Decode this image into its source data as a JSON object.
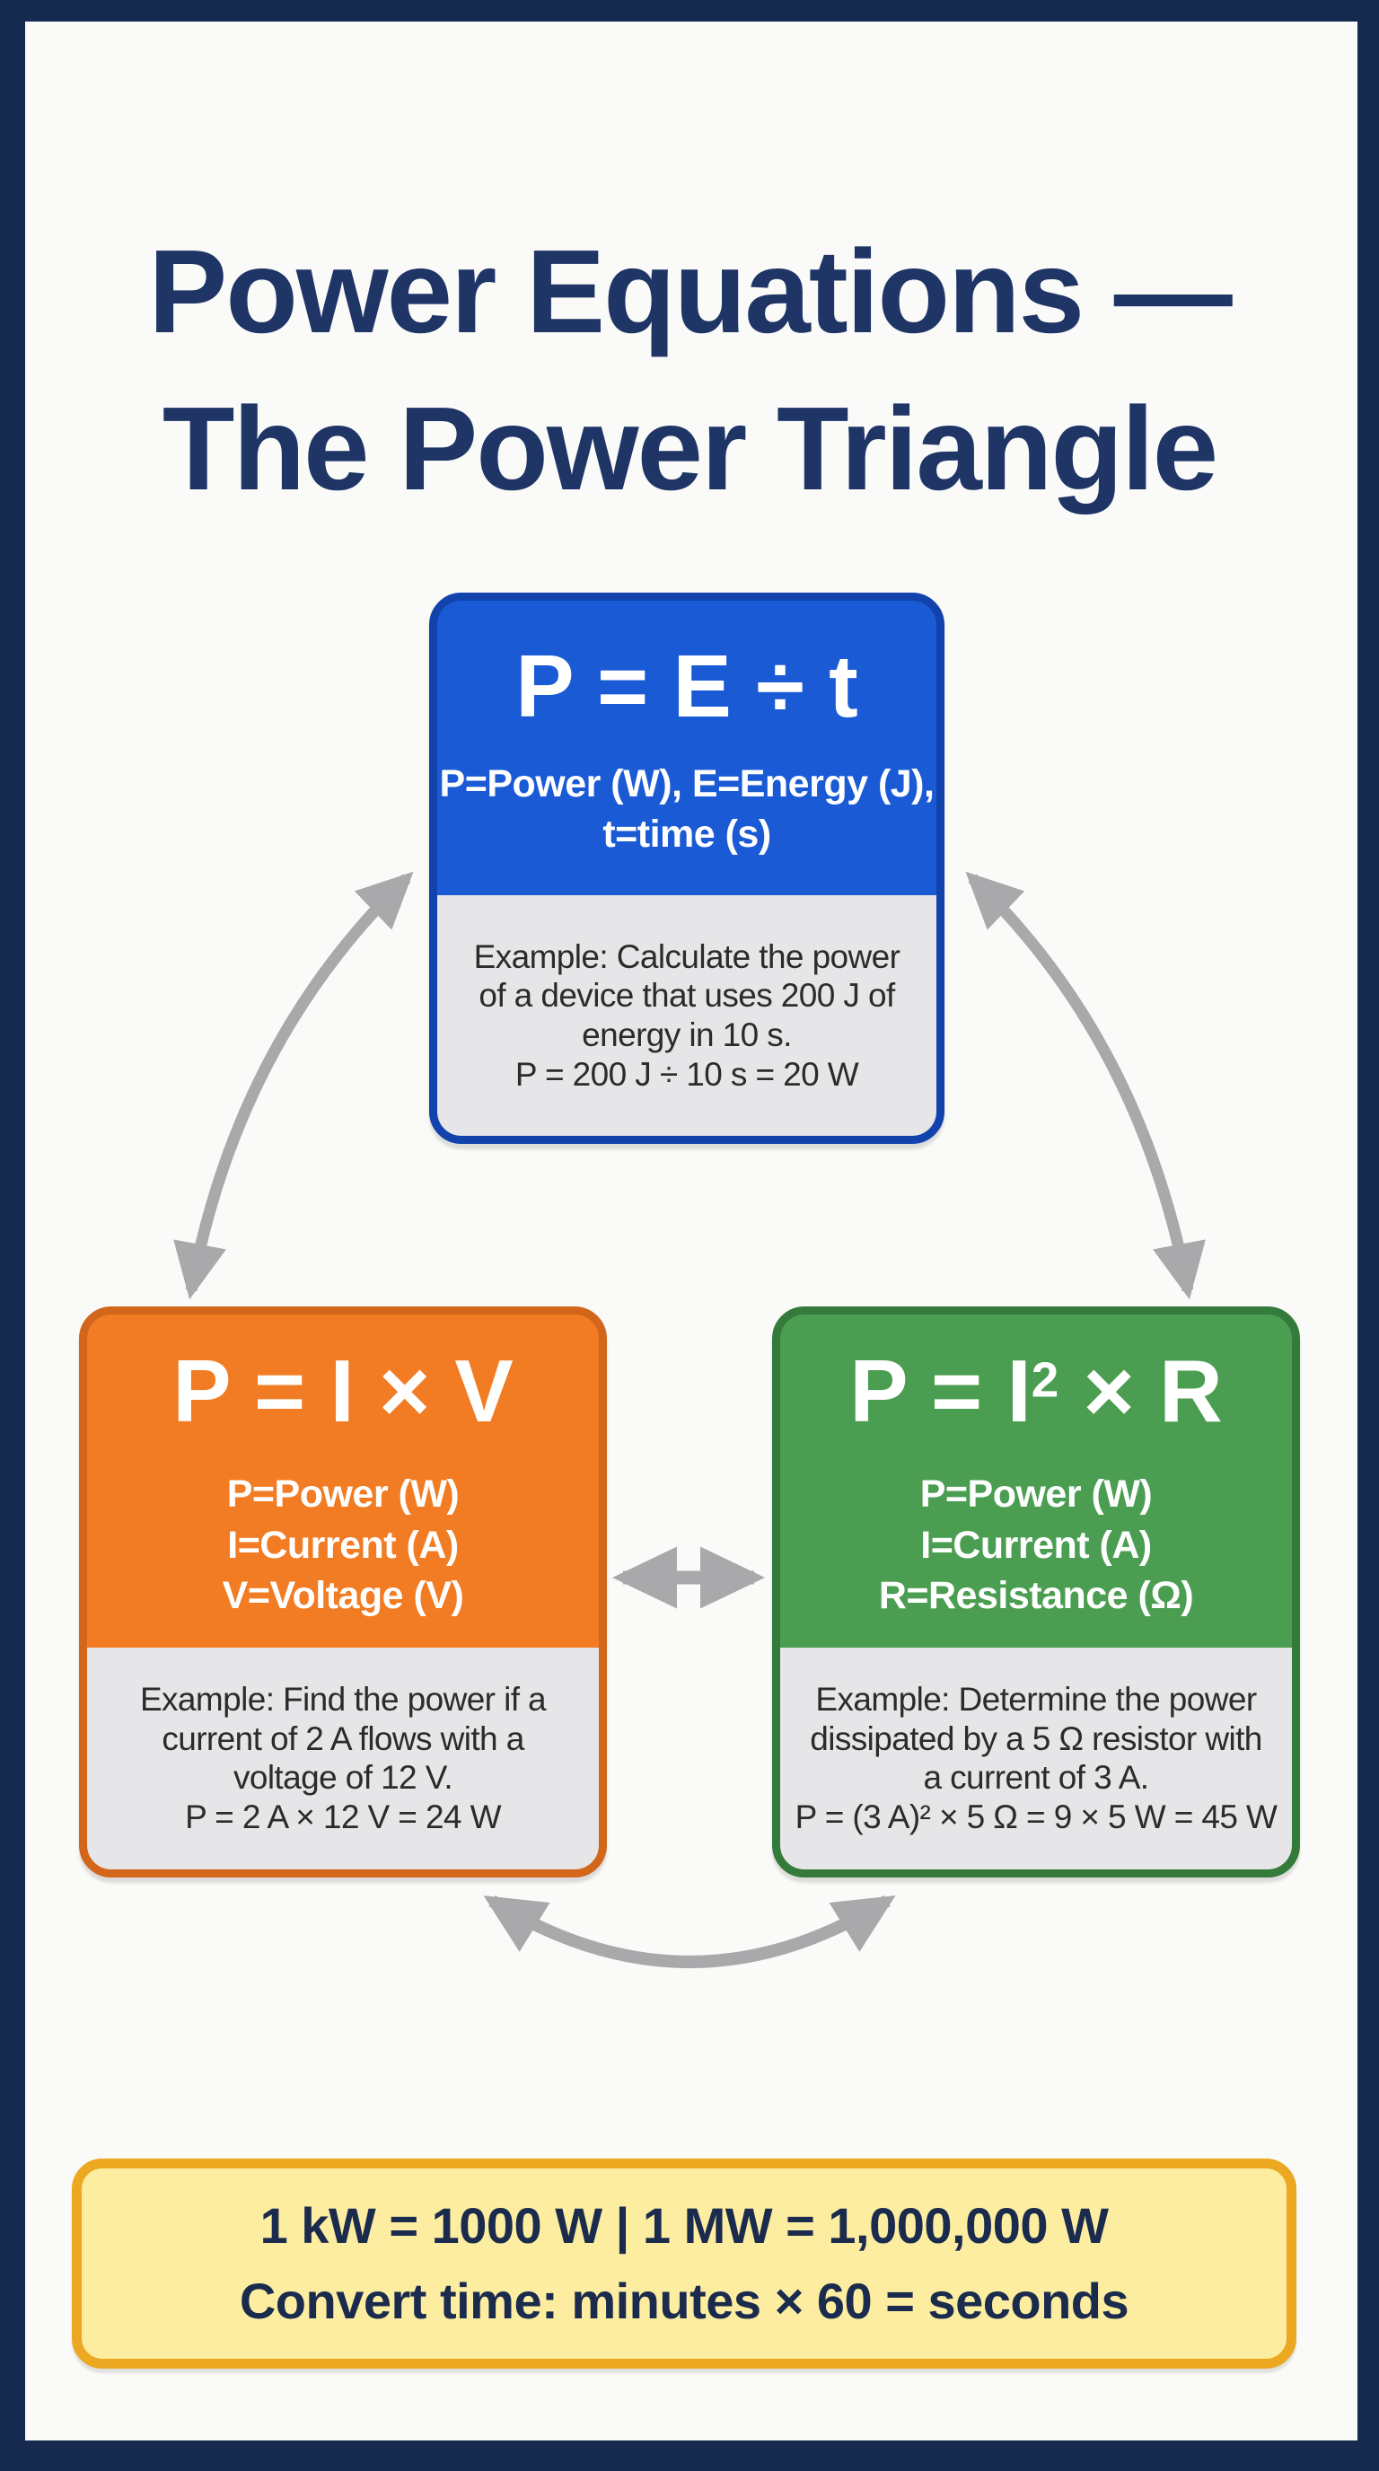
{
  "title": {
    "line1": "Power Equations —",
    "line2": "The Power Triangle"
  },
  "boxes": {
    "pet": {
      "formula": "P = E ÷ t",
      "legend_line1": "P=Power (W), E=Energy (J),",
      "legend_line2": "t=time (s)",
      "example_line1": "Example: Calculate the power",
      "example_line2": "of a device that uses 200 J of",
      "example_line3": "energy in 10 s.",
      "example_line4": "P = 200 J ÷ 10 s = 20 W"
    },
    "piv": {
      "formula": "P = I × V",
      "legend_line1": "P=Power (W)",
      "legend_line2": "I=Current (A)",
      "legend_line3": "V=Voltage (V)",
      "example_line1": "Example: Find the power if a",
      "example_line2": "current of 2 A flows with a",
      "example_line3": "voltage of 12 V.",
      "example_line4": "P = 2 A × 12 V = 24 W"
    },
    "pi2r": {
      "formula_base": "P = I",
      "formula_sup": "2",
      "formula_rest": " × R",
      "legend_line1": "P=Power (W)",
      "legend_line2": "I=Current (A)",
      "legend_line3": "R=Resistance (Ω)",
      "example_line1": "Example: Determine the power",
      "example_line2": "dissipated by a 5 Ω resistor with",
      "example_line3": "a current of 3 A.",
      "example_line4": "P = (3 A)² × 5 Ω = 9 × 5 W = 45 W"
    }
  },
  "footer": {
    "line1": "1 kW = 1000 W | 1 MW = 1,000,000 W",
    "line2": "Convert time: minutes × 60 = seconds"
  },
  "icons": {
    "connectors": [
      "double-arrow-blue-orange",
      "double-arrow-blue-green",
      "double-arrow-orange-green-straight",
      "double-arrow-orange-green-curved"
    ]
  },
  "colors": {
    "frame": "#16294f",
    "background": "#fafaf8",
    "title_text": "#1f3566",
    "card_energy_fill": "#1a5ad4",
    "card_energy_border": "#1243ac",
    "card_voltage_fill": "#f17c23",
    "card_voltage_border": "#d2661b",
    "card_resistance_fill": "#4b9e51",
    "card_resistance_border": "#337a3b",
    "example_background": "#e6e5e7",
    "example_text": "#2b2b2b",
    "arrow": "#a9a9ac",
    "note_fill": "#fceda0",
    "note_border": "#eba820",
    "note_text": "#1a2b4d"
  }
}
